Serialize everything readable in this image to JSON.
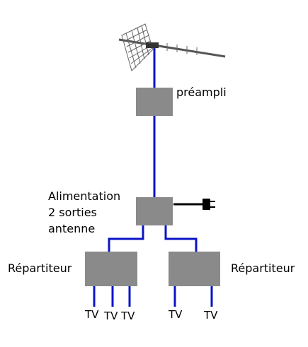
{
  "components": {
    "preamp": {
      "label": "préampli"
    },
    "power_supply": {
      "line1": "Alimentation",
      "line2": "2 sorties",
      "line3": "antenne"
    },
    "splitter_left": {
      "label": "Répartiteur"
    },
    "splitter_right": {
      "label": "Répartiteur"
    }
  },
  "outputs": {
    "left": [
      "TV",
      "TV",
      "TV"
    ],
    "right": [
      "TV",
      "TV"
    ]
  },
  "colors": {
    "cable": "#0a14c8",
    "box": "#8a8a8a",
    "power_cord": "#000000"
  }
}
